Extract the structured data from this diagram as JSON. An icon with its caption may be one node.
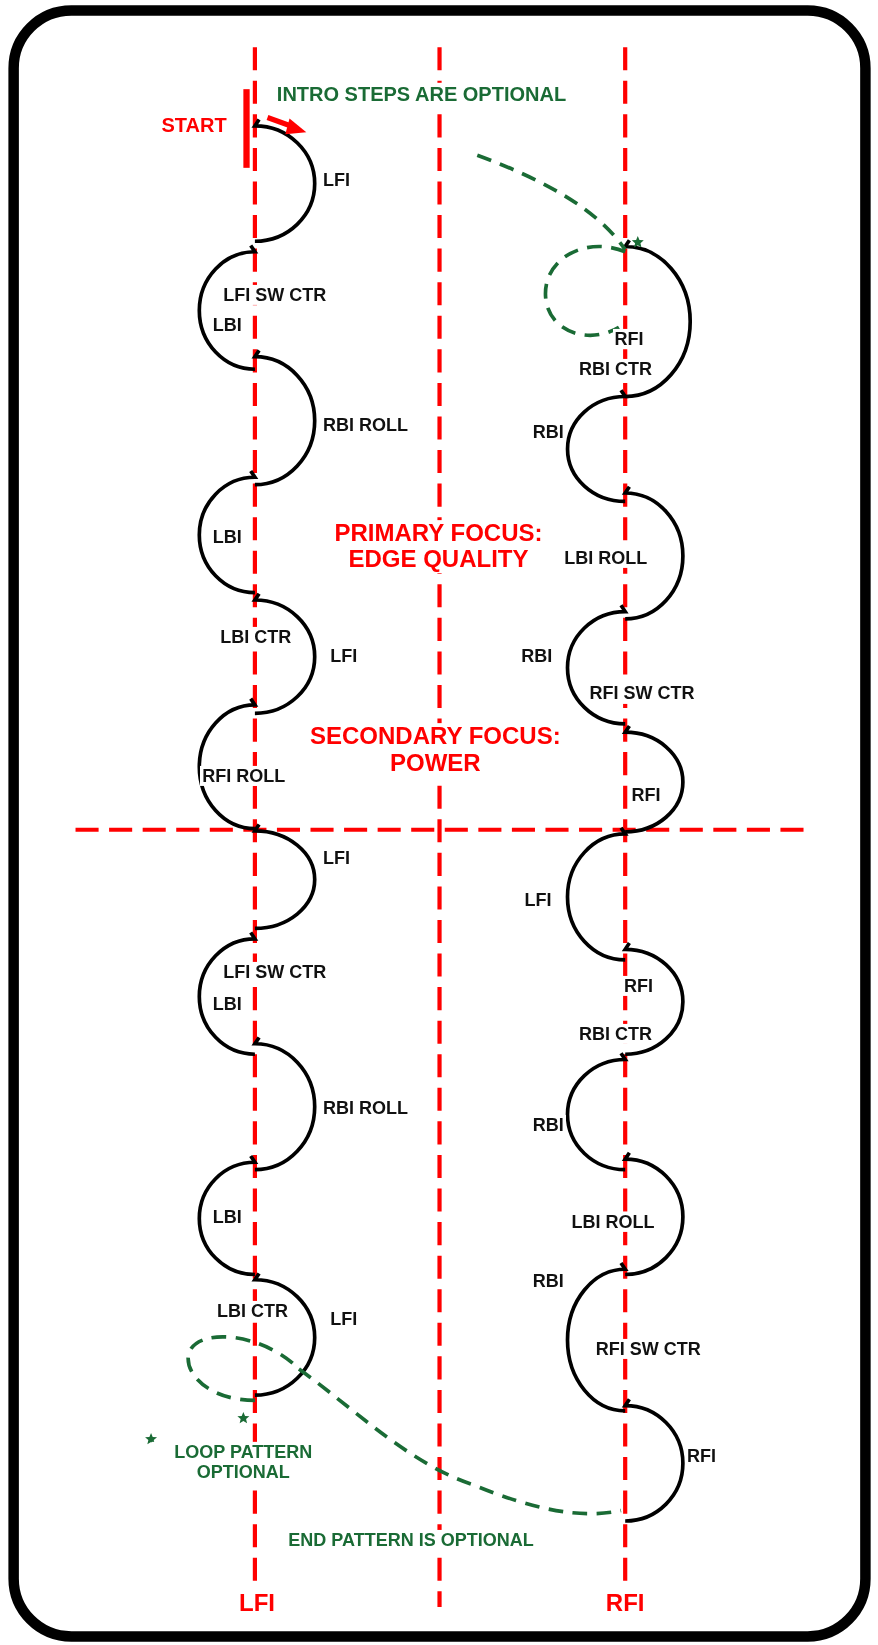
{
  "diagram": {
    "labels": [
      "INTRO STEPS ARE OPTIONAL",
      "START",
      "LFI",
      "LFI SW CTR",
      "LBI",
      "RFI",
      "RBI CTR",
      "RBI ROLL",
      "RBI",
      "PRIMARY FOCUS: EDGE QUALITY",
      "LBI",
      "LBI ROLL",
      "LBI CTR",
      "LFI",
      "RBI",
      "RFI SW CTR",
      "SECONDARY FOCUS: POWER",
      "RFI ROLL",
      "RFI",
      "LFI",
      "LFI",
      "LFI SW CTR",
      "RFI",
      "LBI",
      "RBI CTR",
      "RBI ROLL",
      "RBI",
      "LBI",
      "LBI ROLL",
      "RBI",
      "LBI CTR",
      "LFI",
      "RFI SW CTR",
      "LOOP PATTERN OPTIONAL",
      "RFI",
      "END PATTERN IS OPTIONAL",
      "LFI",
      "RFI"
    ]
  }
}
